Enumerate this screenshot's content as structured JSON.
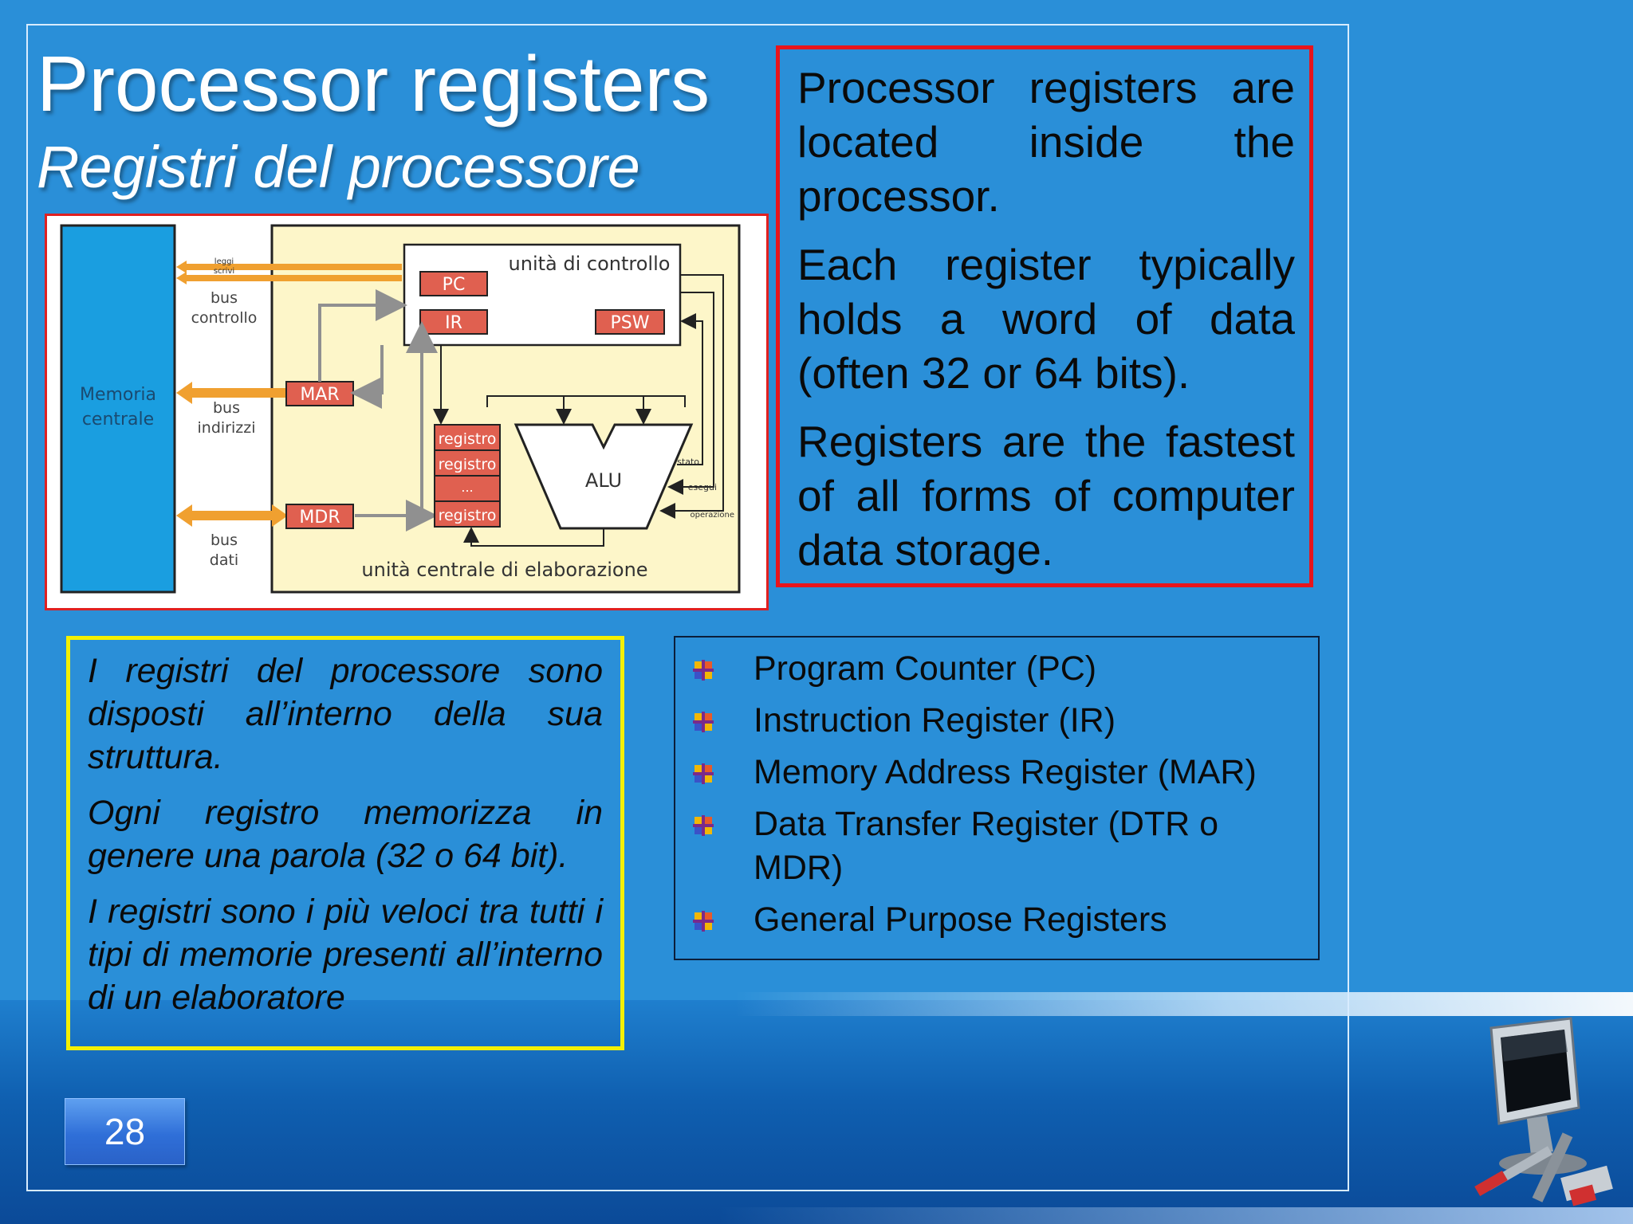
{
  "slide": {
    "title": "Processor registers",
    "subtitle": "Registri del processore",
    "page_number": "28"
  },
  "english_box": {
    "paragraphs": [
      "Processor registers are located inside the processor.",
      "Each register typically holds a word of data (often 32 or 64 bits).",
      "Registers are the fastest of all forms of computer data storage."
    ]
  },
  "italian_box": {
    "paragraphs": [
      "I registri del processore sono disposti all’interno della sua struttura.",
      "Ogni registro memorizza in genere una parola (32 o 64 bit).",
      "I registri sono i più veloci tra tutti i tipi di memorie presenti all’interno di un elaboratore"
    ]
  },
  "register_list": {
    "items": [
      "Program Counter (PC)",
      "Instruction Register (IR)",
      "Memory Address Register (MAR)",
      "Data Transfer Register (DTR o MDR)",
      "General Purpose Registers"
    ]
  },
  "diagram": {
    "memory_label_1": "Memoria",
    "memory_label_2": "centrale",
    "leggi": "leggi",
    "scrivi": "scrivi",
    "bus_controllo_1": "bus",
    "bus_controllo_2": "controllo",
    "bus_indirizzi_1": "bus",
    "bus_indirizzi_2": "indirizzi",
    "bus_dati_1": "bus",
    "bus_dati_2": "dati",
    "control_unit": "unità di controllo",
    "pc": "PC",
    "ir": "IR",
    "psw": "PSW",
    "mar": "MAR",
    "mdr": "MDR",
    "registro": "registro",
    "ellipsis": "...",
    "alu": "ALU",
    "stato": "stato",
    "esegui": "esegui",
    "operazione": "operazione",
    "cpu_label": "unità centrale di elaborazione"
  },
  "colors": {
    "background": "#2a8fd8",
    "red_border": "#e8141c",
    "yellow_border": "#f4f000",
    "diagram_bg": "#fdf6c9",
    "memory_fill": "#1a9ee0",
    "register_fill": "#e06050",
    "arrow_orange": "#f0a030"
  }
}
